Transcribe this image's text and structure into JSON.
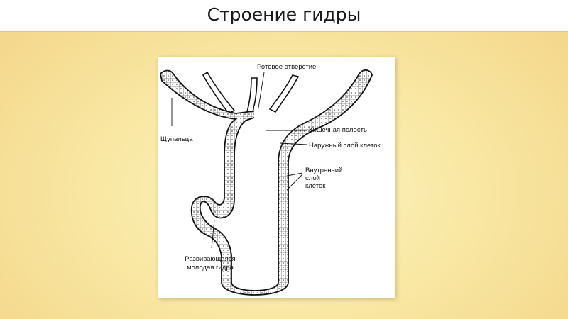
{
  "slide": {
    "title": "Строение гидры"
  },
  "diagram": {
    "labels": {
      "mouth": "Ротовое отверстие",
      "tentacles": "Щупальца",
      "gut_cavity": "Кишечная полость",
      "outer_layer": "Наружный слой клеток",
      "inner_layer_1": "Внутренний",
      "inner_layer_2": "слой",
      "inner_layer_3": "клеток",
      "bud_1": "Развивающаяся",
      "bud_2": "молодая гидра"
    }
  }
}
